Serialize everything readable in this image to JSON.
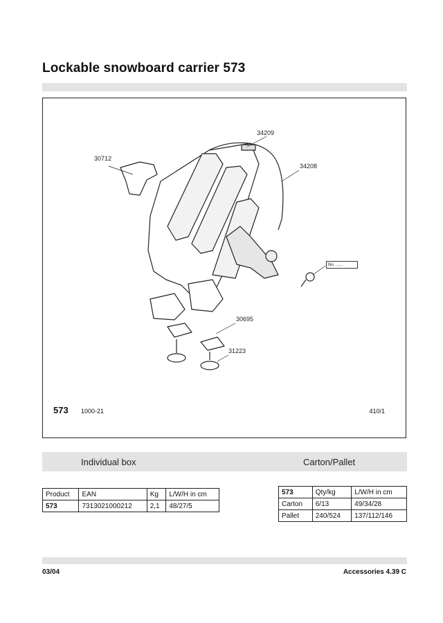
{
  "title": "Lockable snowboard carrier 573",
  "drawing": {
    "parts": [
      "34209",
      "30712",
      "34208",
      "30695",
      "31223"
    ],
    "key_tag": "No. ......",
    "model": "573",
    "drawing_number": "1000-21",
    "page_ref": "410/1"
  },
  "sections": {
    "individual_box": "Individual box",
    "carton_pallet": "Carton/Pallet"
  },
  "individual_table": {
    "headers": [
      "Product",
      "EAN",
      "Kg",
      "L/W/H in cm"
    ],
    "row": [
      "573",
      "7313021000212",
      "2,1",
      "48/27/5"
    ]
  },
  "carton_table": {
    "headers": [
      "573",
      "Qty/kg",
      "L/W/H in cm"
    ],
    "rows": [
      [
        "Carton",
        "6/13",
        "49/34/28"
      ],
      [
        "Pallet",
        "240/524",
        "137/112/146"
      ]
    ]
  },
  "footer": {
    "date": "03/04",
    "section": "Accessories 4.39 C"
  }
}
